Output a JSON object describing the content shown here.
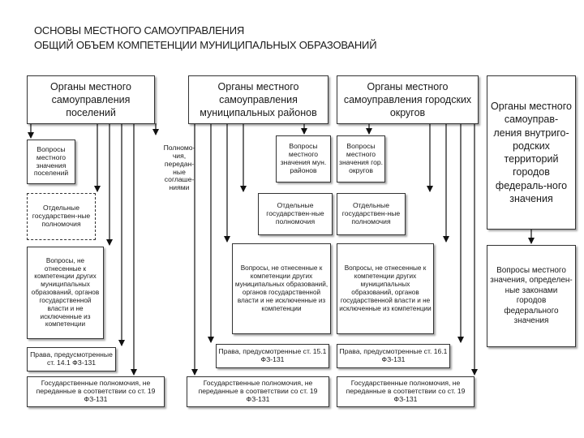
{
  "title": {
    "line1": "ОСНОВЫ МЕСТНОГО САМОУПРАВЛЕНИЯ",
    "line2": "ОБЩИЙ ОБЪЕМ КОМПЕТЕНЦИИ МУНИЦИПАЛЬНЫХ ОБРАЗОВАНИЙ"
  },
  "headers": {
    "settlements": "Органы местного самоуправления поселений",
    "districts": "Органы местного самоуправления муниципальных районов",
    "urban": "Органы местного самоуправления городских округов",
    "federal_cities": "Органы местного самоуправ-ления внутриго-родских территорий городов федераль-ного значения"
  },
  "settlements": {
    "local_issues": "Вопросы местного значения поселений",
    "state_powers": "Отдельные государствен-ные полномочия",
    "other_issues": "Вопросы, не отнесенные к компетенции других муниципальных образований, органов государственной власти и не исключенные из компетенции",
    "rights": "Права, предусмотренные ст. 14.1 ФЗ-131",
    "state_powers_not_transferred": "Государственные полномочия, не переданные в соответствии со ст. 19 ФЗ-131"
  },
  "transferred": {
    "label": "Полномо-чия, передан-ные соглаше-ниями"
  },
  "districts": {
    "local_issues": "Вопросы местного значения мун. районов",
    "state_powers": "Отдельные государствен-ные полномочия",
    "other_issues": "Вопросы, не отнесенные к компетенции других муниципальных образований, органов государственной власти и не исключенные из компетенции",
    "rights": "Права, предусмотренные ст. 15.1 ФЗ-131",
    "state_powers_not_transferred": "Государственные полномочия, не переданные в соответствии со ст. 19 ФЗ-131"
  },
  "urban": {
    "local_issues": "Вопросы местного значения гор. округов",
    "state_powers": "Отдельные государствен-ные полномочия",
    "other_issues": "Вопросы, не отнесенные к компетенции других муниципальных образований, органов государственной власти и не исключенные из компетенции",
    "rights": "Права, предусмотренные ст. 16.1 ФЗ-131",
    "state_powers_not_transferred": "Государственные полномочия, не переданные в соответствии со ст. 19 ФЗ-131"
  },
  "federal_cities": {
    "local_issues": "Вопросы местного значения, определен-ные законами городов федерального значения"
  }
}
